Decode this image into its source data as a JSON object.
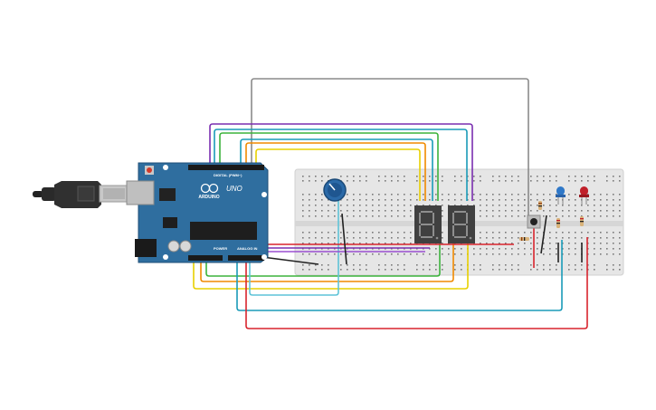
{
  "board": {
    "logo_text": "ARDUINO",
    "model_text": "UNO",
    "header_digital": "DIGITAL (PWM~)",
    "header_power": "POWER",
    "header_analog": "ANALOG IN"
  },
  "colors": {
    "background": "#ffffff",
    "board_blue": "#2f6e9f",
    "breadboard": "#e6e6e6",
    "wire_orange": "#f08a00",
    "wire_yellow": "#e8d000",
    "wire_green": "#3cb33c",
    "wire_purple": "#7a2fb0",
    "wire_teal": "#1a9bb8",
    "wire_red": "#d8242d",
    "wire_gray": "#8a8a8a",
    "wire_black": "#222222",
    "led_blue": "#2f78c8",
    "led_red": "#c0202a",
    "segment_display": "#404040"
  },
  "components": [
    {
      "name": "arduino-uno",
      "icon": "arduino-uno-board"
    },
    {
      "name": "usb-cable",
      "icon": "usb-plug-icon"
    },
    {
      "name": "potentiometer",
      "icon": "potentiometer-knob-icon"
    },
    {
      "name": "seven-segment-left",
      "icon": "seven-segment-display"
    },
    {
      "name": "seven-segment-right",
      "icon": "seven-segment-display"
    },
    {
      "name": "pushbutton",
      "icon": "pushbutton-icon"
    },
    {
      "name": "led-blue",
      "icon": "led-icon"
    },
    {
      "name": "led-red",
      "icon": "led-icon"
    },
    {
      "name": "resistors",
      "icon": "resistor-icon"
    }
  ]
}
